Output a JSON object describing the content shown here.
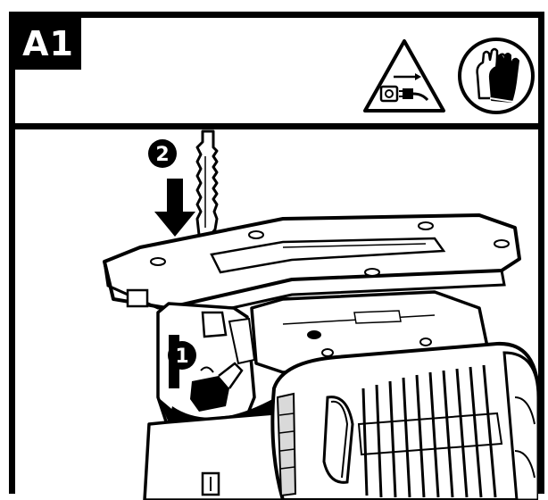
{
  "header": {
    "step_label": "A1",
    "warning_icon": "unplug-before-servicing-icon",
    "gloves_icon": "wear-gloves-icon"
  },
  "callouts": [
    {
      "label": "1"
    },
    {
      "label": "2"
    }
  ],
  "colors": {
    "ink": "#000000",
    "paper": "#ffffff",
    "shade": "#d9d9d9"
  }
}
